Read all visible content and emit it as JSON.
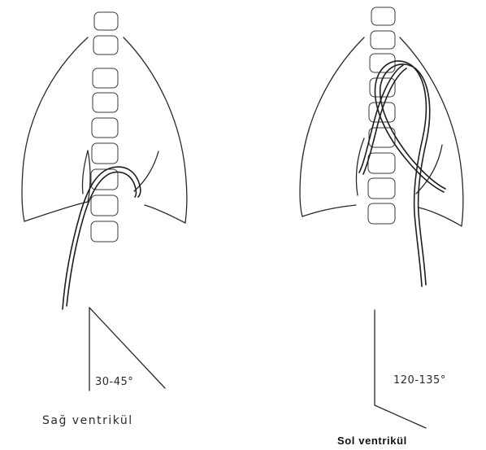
{
  "left_panel": {
    "angle_label": "30-45°",
    "caption": "Sağ ventrikül"
  },
  "right_panel": {
    "angle_label": "120-135°",
    "caption": "Sol ventrikül"
  }
}
